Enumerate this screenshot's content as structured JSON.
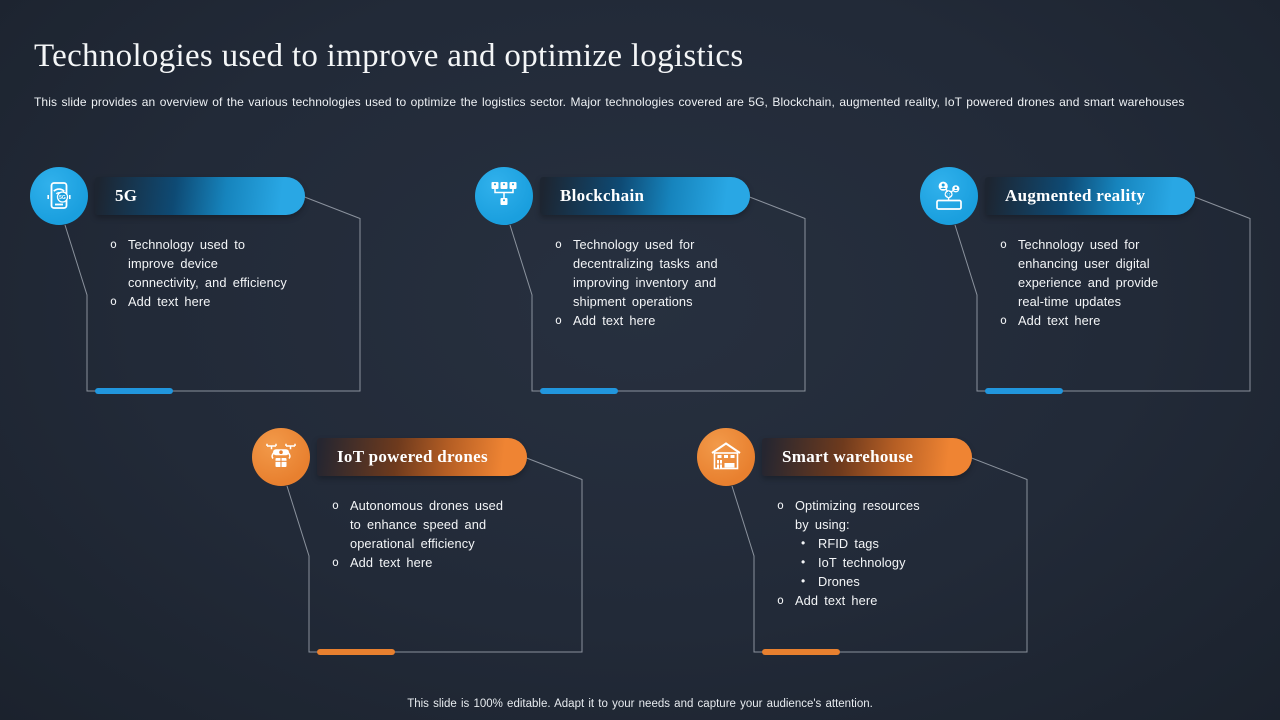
{
  "slide": {
    "title": "Technologies used to improve and optimize logistics",
    "subtitle": "This slide provides an overview of the various technologies used to optimize the logistics sector. Major technologies covered are 5G, Blockchain, augmented reality, IoT powered drones and smart warehouses",
    "footer": "This slide is 100% editable. Adapt it to your needs and capture your audience's attention."
  },
  "colors": {
    "background": "#222a38",
    "blue_accent": "#2196dd",
    "orange_accent": "#e8802f",
    "outline_line": "#b3bac4",
    "text": "#f3f5f7"
  },
  "cards": [
    {
      "label": "5G",
      "accent": "blue",
      "icon": "smartphone-5g-icon",
      "items": [
        {
          "bullet": "o",
          "level": 1,
          "text": "Technology used to\nimprove device\nconnectivity, and efficiency"
        },
        {
          "bullet": "o",
          "level": 1,
          "text": "Add text here"
        }
      ]
    },
    {
      "label": "Blockchain",
      "accent": "blue",
      "icon": "blockchain-nodes-icon",
      "items": [
        {
          "bullet": "o",
          "level": 1,
          "text": "Technology used for\ndecentralizing tasks and\nimproving inventory and\nshipment operations"
        },
        {
          "bullet": "o",
          "level": 1,
          "text": "Add text here"
        }
      ]
    },
    {
      "label": "Augmented reality",
      "accent": "blue",
      "icon": "augmented-reality-icon",
      "items": [
        {
          "bullet": "o",
          "level": 1,
          "text": "Technology used for\nenhancing user digital\nexperience and provide\nreal-time updates"
        },
        {
          "bullet": "o",
          "level": 1,
          "text": "Add text here"
        }
      ]
    },
    {
      "label": "IoT powered drones",
      "accent": "orange",
      "icon": "drone-icon",
      "items": [
        {
          "bullet": "o",
          "level": 1,
          "text": "Autonomous drones used\nto enhance speed and\noperational efficiency"
        },
        {
          "bullet": "o",
          "level": 1,
          "text": "Add text here"
        }
      ]
    },
    {
      "label": "Smart warehouse",
      "accent": "orange",
      "icon": "warehouse-icon",
      "items": [
        {
          "bullet": "o",
          "level": 1,
          "text": "Optimizing resources\nby using:"
        },
        {
          "bullet": "•",
          "level": 2,
          "text": "RFID tags"
        },
        {
          "bullet": "•",
          "level": 2,
          "text": "IoT technology"
        },
        {
          "bullet": "•",
          "level": 2,
          "text": "Drones"
        },
        {
          "bullet": "o",
          "level": 1,
          "text": "Add text here"
        }
      ]
    }
  ]
}
